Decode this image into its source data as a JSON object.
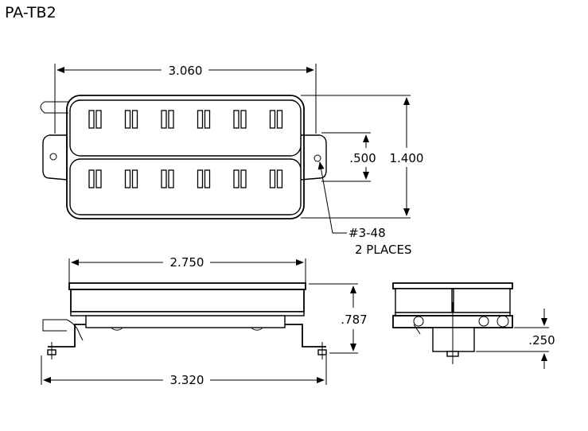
{
  "title": "PA-TB2",
  "dimensions": {
    "top_width": "3.060",
    "pole_spacing": ".500",
    "overall_height": "1.400",
    "mount_screw": "#3-48",
    "mount_places": "2 PLACES",
    "bobbin_length": "2.750",
    "side_height": ".787",
    "mount_length": "3.320",
    "baseplate_height": ".250"
  }
}
